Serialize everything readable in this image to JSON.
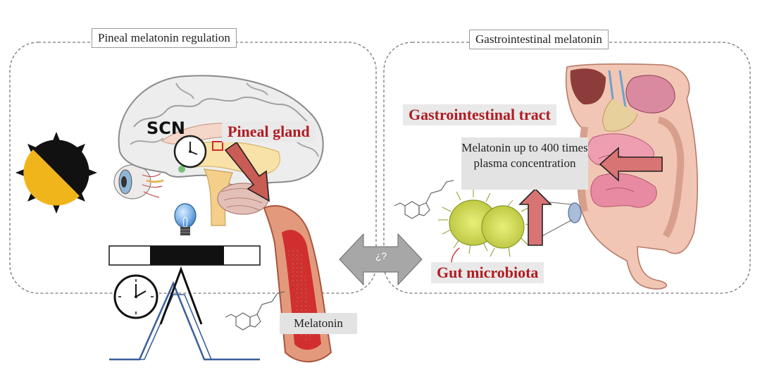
{
  "panels": {
    "left_title": "Pineal melatonin regulation",
    "right_title": "Gastrointestinal melatonin"
  },
  "labels": {
    "scn": "SCN",
    "pineal_gland": "Pineal gland",
    "gi_tract": "Gastrointestinal tract",
    "melatonin_up": "Melatonin up to 400 times plasma concentration",
    "gut_microbiota": "Gut microbiota",
    "melatonin": "Melatonin",
    "question": "¿?"
  },
  "icons": [
    "sun-icon",
    "eye-icon",
    "brain-icon",
    "clock-icon",
    "light-bulb-icon",
    "blood-vessel-icon",
    "intestine-icon",
    "bacteria-icon",
    "molecule-icon"
  ],
  "colors": {
    "accent_red": "#b01c22",
    "arrow_red": "#d97474",
    "dashed_border": "#777777",
    "rhythm_line": "#3a5f9c"
  }
}
